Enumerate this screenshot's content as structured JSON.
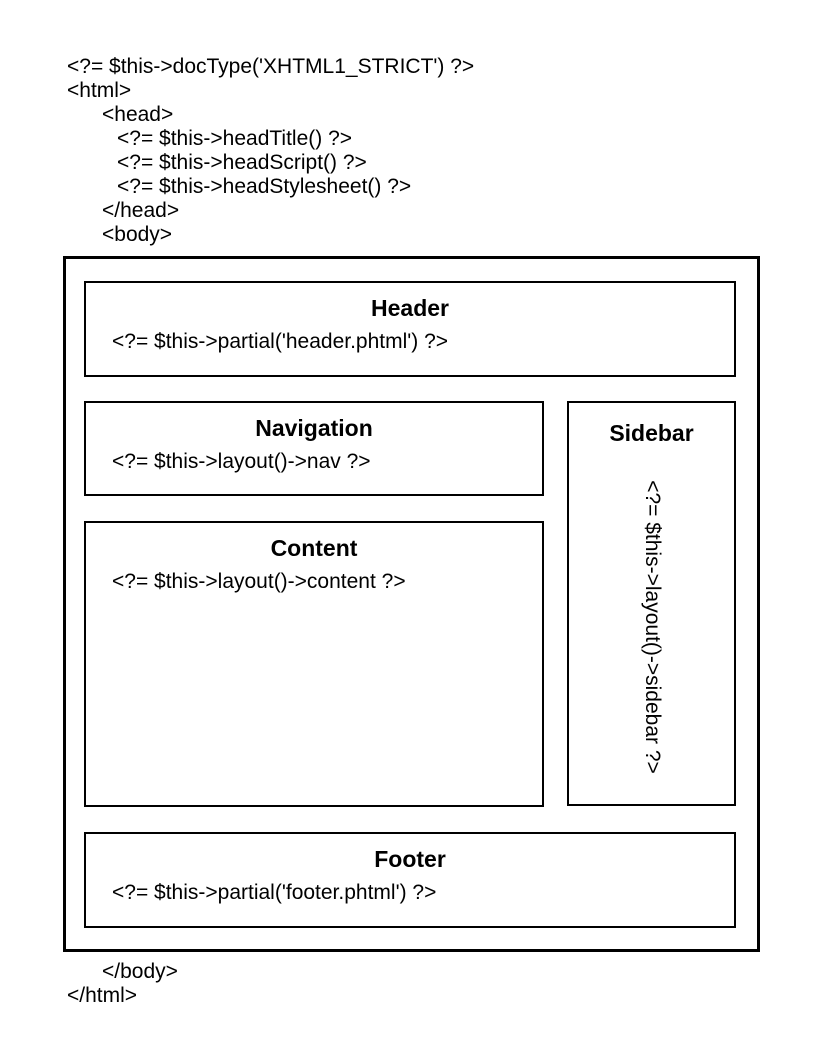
{
  "colors": {
    "background": "#ffffff",
    "text": "#000000",
    "border": "#000000"
  },
  "code_top": {
    "lines": [
      "<?= $this->docType('XHTML1_STRICT') ?>",
      "<html>",
      "<head>",
      "<?= $this->headTitle() ?>",
      "<?= $this->headScript() ?>",
      "<?= $this->headStylesheet() ?>",
      "</head>",
      "<body>"
    ]
  },
  "diagram": {
    "header": {
      "title": "Header",
      "code": "<?= $this->partial('header.phtml') ?>"
    },
    "navigation": {
      "title": "Navigation",
      "code": "<?= $this->layout()->nav ?>"
    },
    "sidebar": {
      "title": "Sidebar",
      "code": "<?= $this->layout()->sidebar ?>"
    },
    "content": {
      "title": "Content",
      "code": "<?= $this->layout()->content ?>"
    },
    "footer": {
      "title": "Footer",
      "code": "<?= $this->partial('footer.phtml') ?>"
    }
  },
  "code_bottom": {
    "lines": [
      "</body>",
      "</html>"
    ]
  }
}
